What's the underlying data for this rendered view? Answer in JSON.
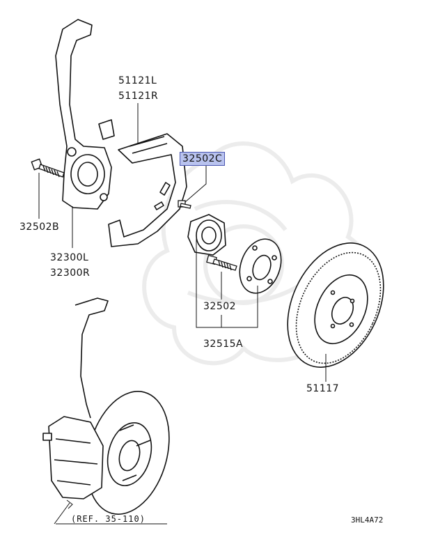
{
  "labels": {
    "p51121L": "51121L",
    "p51121R": "51121R",
    "p32502C": "32502C",
    "p32502B": "32502B",
    "p32300L": "32300L",
    "p32300R": "32300R",
    "p32502": "32502",
    "p32515A": "32515A",
    "p51117": "51117"
  },
  "reference": "(REF. 35-110)",
  "diagram_code": "3HL4A72",
  "highlight_color": "#b8c2ee"
}
